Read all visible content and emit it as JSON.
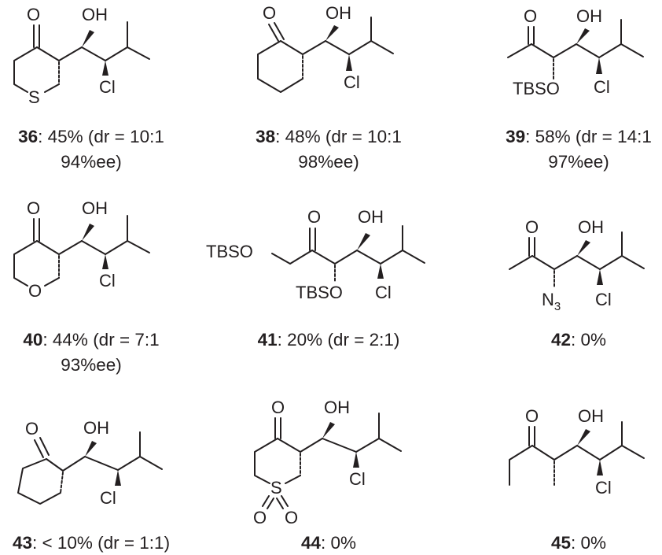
{
  "compounds": [
    {
      "id": "36",
      "result": ": 45% (dr = 10:1",
      "ee": "94%ee)"
    },
    {
      "id": "38",
      "result": ": 48% (dr = 10:1",
      "ee": "98%ee)"
    },
    {
      "id": "39",
      "result": ": 58% (dr = 14:1",
      "ee": "97%ee)"
    },
    {
      "id": "40",
      "result": ": 44% (dr = 7:1",
      "ee": "93%ee)"
    },
    {
      "id": "41",
      "result": ": 20% (dr = 2:1)",
      "ee": ""
    },
    {
      "id": "42",
      "result": ": 0%",
      "ee": ""
    },
    {
      "id": "43",
      "result": ": < 10% (dr = 1:1)",
      "ee": ""
    },
    {
      "id": "44",
      "result": ": 0%",
      "ee": ""
    },
    {
      "id": "45",
      "result": ": 0%",
      "ee": ""
    }
  ],
  "atoms": {
    "oh": "OH",
    "cl": "Cl",
    "o": "O",
    "s": "S",
    "tbso": "TBSO",
    "n": "N",
    "n_sub": "3"
  },
  "colors": {
    "ink": "#231f20",
    "background": "#ffffff"
  }
}
